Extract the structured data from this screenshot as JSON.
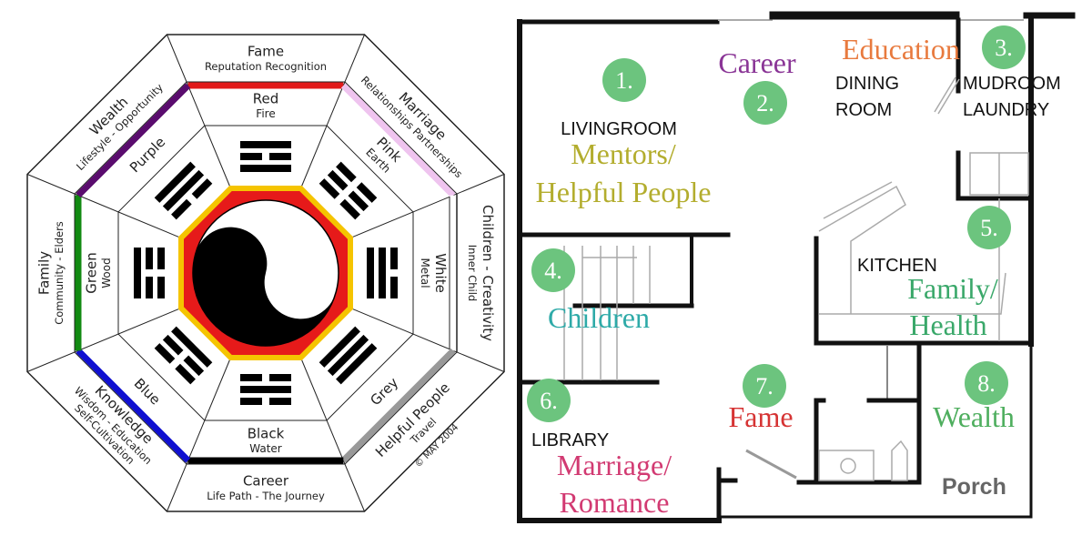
{
  "bagua": {
    "sectors": [
      {
        "id": "fame",
        "label": "Fame",
        "sub": "Reputation Recognition",
        "color_name": "Red",
        "element": "Fire",
        "band": "#e11a1a",
        "trigram": "101"
      },
      {
        "id": "marriage",
        "label": "Marriage",
        "sub": "Relationships Partnerships",
        "color_name": "Pink",
        "element": "Earth",
        "band": "#efc4ef",
        "trigram": "000"
      },
      {
        "id": "children",
        "label": "Children - Creativity",
        "sub": "Inner Child",
        "color_name": "White",
        "element": "Metal",
        "band": "#ffffff",
        "trigram": "011"
      },
      {
        "id": "helpful",
        "label": "Helpful People",
        "sub": "Travel",
        "color_name": "Grey",
        "element": "",
        "band": "#999999",
        "trigram": "111"
      },
      {
        "id": "career",
        "label": "Career",
        "sub": "Life Path - The Journey",
        "color_name": "Black",
        "element": "Water",
        "band": "#000000",
        "trigram": "010"
      },
      {
        "id": "knowledge",
        "label": "Knowledge",
        "sub": "Wisdom - Education",
        "sub2": "Self-Cultivation",
        "color_name": "Blue",
        "element": "",
        "band": "#1010d0",
        "trigram": "001"
      },
      {
        "id": "family",
        "label": "Family",
        "sub": "Community - Elders",
        "color_name": "Green",
        "element": "Wood",
        "band": "#128a12",
        "trigram": "100"
      },
      {
        "id": "wealth",
        "label": "Wealth",
        "sub": "Lifestyle - Opportunity",
        "color_name": "Purple",
        "element": "",
        "band": "#5a0c6e",
        "trigram": "110"
      }
    ],
    "copyright": "© MAY 2004"
  },
  "floorplan": {
    "rooms": {
      "living": "LIVINGROOM",
      "dining1": "DINING",
      "dining2": "ROOM",
      "mud1": "MUDROOM",
      "mud2": "LAUNDRY",
      "kitchen": "KITCHEN",
      "library": "LIBRARY",
      "porch": "Porch"
    },
    "areas": {
      "mentors1": "Mentors/",
      "mentors2": "Helpful People",
      "career": "Career",
      "education": "Education",
      "children": "Children",
      "family1": "Family/",
      "family2": "Health",
      "marriage1": "Marriage/",
      "marriage2": "Romance",
      "fame": "Fame",
      "wealth": "Wealth"
    },
    "markers": [
      "1.",
      "2.",
      "3.",
      "4.",
      "5.",
      "6.",
      "7.",
      "8."
    ],
    "colors": {
      "marker": "#6cc47e",
      "mentors": "#b3ad2e",
      "career": "#8a3596",
      "education": "#e87a3e",
      "children": "#2eaaa8",
      "family": "#3aa86a",
      "marriage": "#d23a72",
      "fame": "#d63434",
      "wealth": "#4eae5e",
      "porch": "#666666"
    }
  }
}
